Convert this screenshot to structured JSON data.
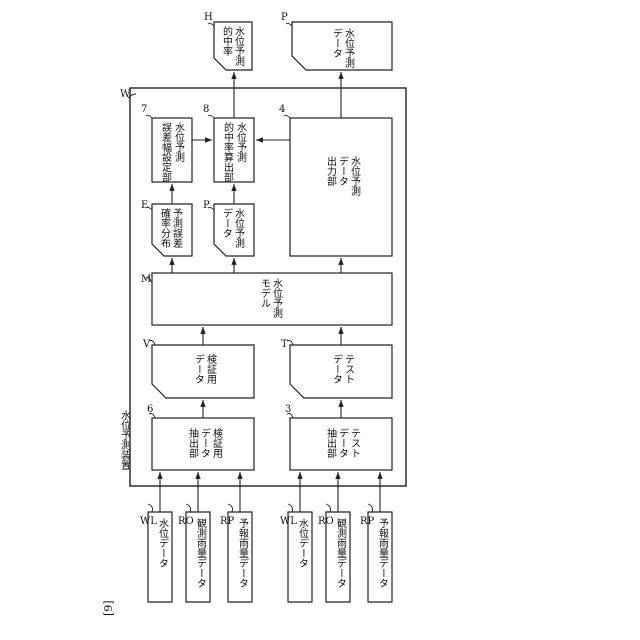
{
  "figure": {
    "label": "[9]"
  },
  "device": {
    "ref": "W",
    "name": "水位予測装置"
  },
  "inputs": {
    "group1": [
      {
        "ref": "WL",
        "text": "水位データ"
      },
      {
        "ref": "RO",
        "text": "観測雨量データ"
      },
      {
        "ref": "RP",
        "text": "予報雨量データ"
      }
    ],
    "group2": [
      {
        "ref": "WL",
        "text": "水位データ"
      },
      {
        "ref": "RO",
        "text": "観測雨量データ"
      },
      {
        "ref": "RP",
        "text": "予報雨量データ"
      }
    ]
  },
  "nodes": {
    "val_extract": {
      "ref": "6",
      "lines": [
        "検証用",
        "データ",
        "抽出部"
      ]
    },
    "test_extract": {
      "ref": "3",
      "lines": [
        "テスト",
        "データ",
        "抽出部"
      ]
    },
    "val_data": {
      "ref": "V",
      "lines": [
        "検証用",
        "データ"
      ]
    },
    "test_data": {
      "ref": "T",
      "lines": [
        "テスト",
        "データ"
      ]
    },
    "model": {
      "ref": "M",
      "lines": [
        "水位予測",
        "モデル"
      ]
    },
    "error_dist": {
      "ref": "E",
      "lines": [
        "予測誤差",
        "確率分布"
      ]
    },
    "pred_data_inner": {
      "ref": "P",
      "lines": [
        "水位予測",
        "データ"
      ]
    },
    "width_setter": {
      "ref": "7",
      "lines": [
        "水位予測",
        "誤差幅設定部"
      ]
    },
    "hit_calc": {
      "ref": "8",
      "lines": [
        "水位予測",
        "的中率算出部"
      ]
    },
    "pred_output": {
      "ref": "4",
      "lines": [
        "水位予測",
        "データ",
        "出力部"
      ]
    },
    "hit_rate_out": {
      "ref": "H",
      "lines": [
        "水位予測",
        "的中率"
      ]
    },
    "pred_data_out": {
      "ref": "P",
      "lines": [
        "水位予測",
        "データ"
      ]
    }
  },
  "edges": [
    {
      "from": "inputs.group1",
      "to": "val_extract"
    },
    {
      "from": "inputs.group2",
      "to": "test_extract"
    },
    {
      "from": "val_extract",
      "to": "val_data"
    },
    {
      "from": "test_extract",
      "to": "test_data"
    },
    {
      "from": "val_data",
      "to": "model"
    },
    {
      "from": "test_data",
      "to": "model"
    },
    {
      "from": "model",
      "to": "error_dist"
    },
    {
      "from": "model",
      "to": "pred_data_inner"
    },
    {
      "from": "model",
      "to": "pred_output"
    },
    {
      "from": "error_dist",
      "to": "width_setter"
    },
    {
      "from": "pred_data_inner",
      "to": "hit_calc"
    },
    {
      "from": "width_setter",
      "to": "hit_calc"
    },
    {
      "from": "pred_output",
      "to": "hit_calc"
    },
    {
      "from": "hit_calc",
      "to": "hit_rate_out"
    },
    {
      "from": "pred_output",
      "to": "pred_data_out"
    }
  ]
}
